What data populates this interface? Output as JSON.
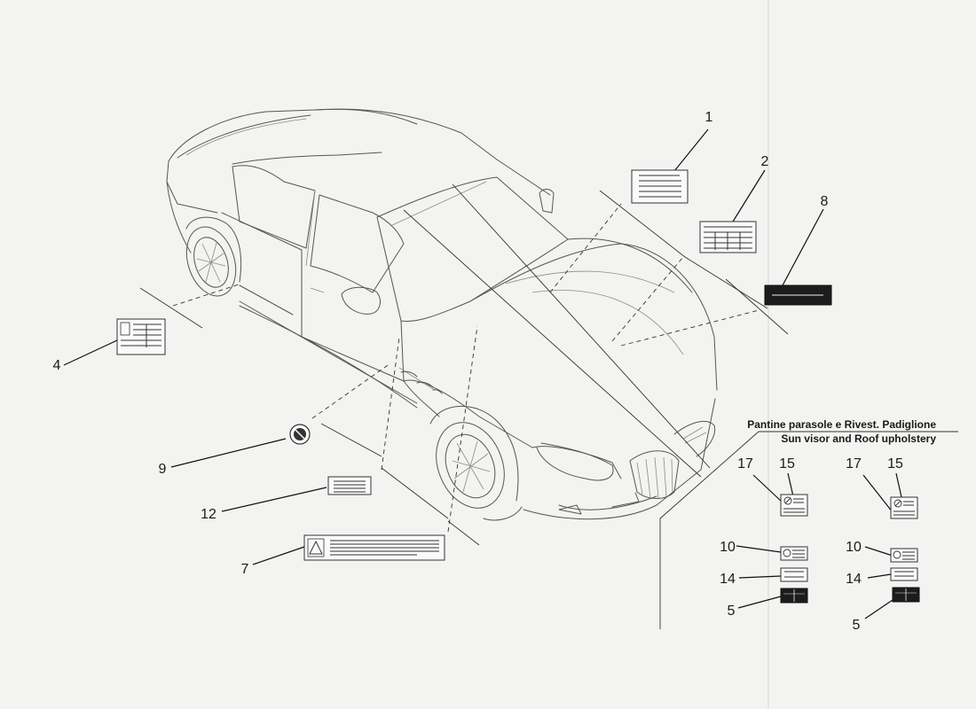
{
  "callouts": {
    "c1": "1",
    "c2": "2",
    "c4": "4",
    "c5a": "5",
    "c5b": "5",
    "c7": "7",
    "c8": "8",
    "c9": "9",
    "c10a": "10",
    "c10b": "10",
    "c12": "12",
    "c14a": "14",
    "c14b": "14",
    "c15a": "15",
    "c15b": "15",
    "c17a": "17",
    "c17b": "17"
  },
  "section": {
    "caption_it": "Pantine parasole e Rivest. Padiglione",
    "caption_en": "Sun visor and Roof upholstery"
  },
  "icons": {
    "car": "sedan-car-outline",
    "label_8": "dark-plate-label",
    "label_9": "round-no-symbol-label",
    "label_7": "warning-triangle-label"
  }
}
